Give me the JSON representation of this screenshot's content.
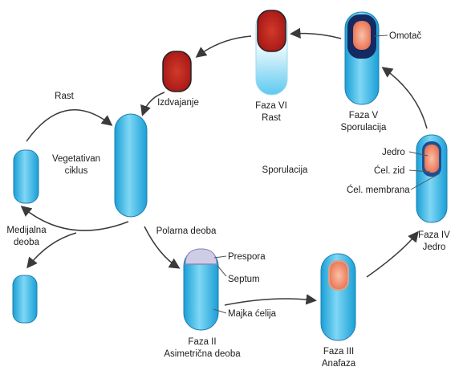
{
  "colors": {
    "cell_light": "#d6f1fb",
    "cell_mid": "#5ccaf0",
    "cell_dark": "#1a9fd6",
    "spore_core": "#e96a4b",
    "spore_light": "#f9c2a6",
    "spore_dark_red": "#a31515",
    "coat_navy": "#142a63",
    "prespore": "#cfcce6",
    "arrow": "#3a3a3a"
  },
  "labels": {
    "rast_top": "Rast",
    "vegetativan_ciklus_1": "Vegetativan",
    "vegetativan_ciklus_2": "ciklus",
    "medijalna_deoba_1": "Medijalna",
    "medijalna_deoba_2": "deoba",
    "polarna_deoba": "Polarna deoba",
    "sporulacija_center": "Sporulacija",
    "izdvajanje": "Izdvajanje",
    "prespora": "Prespora",
    "septum": "Septum",
    "majka_celija": "Majka ćelija",
    "omotac": "Omotač",
    "jedro": "Jedro",
    "cel_zid": "Ćel. zid",
    "cel_membrana": "Ćel. membrana"
  },
  "phases": {
    "faza2_title": "Faza II",
    "faza2_sub": "Asimetrična deoba",
    "faza3_title": "Faza III",
    "faza3_sub": "Anafaza",
    "faza4_title": "Faza IV",
    "faza4_sub": "Jedro",
    "faza5_title": "Faza V",
    "faza5_sub": "Sporulacija",
    "faza6_title": "Faza VI",
    "faza6_sub": "Rast"
  }
}
